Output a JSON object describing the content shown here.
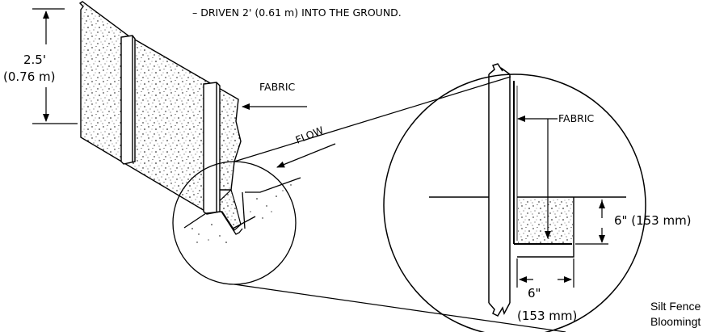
{
  "labels": {
    "driven_note": "– DRIVEN 2' (0.61 m) INTO THE GROUND.",
    "height_ft": "2.5'",
    "height_m": "(0.76 m)",
    "fabric_main": "FABRIC",
    "flow": "FLOW",
    "fabric_detail": "FABRIC",
    "trench_depth": "6\" (153 mm)",
    "trench_width_in": "6\"",
    "trench_width_mm": "(153 mm)"
  },
  "caption": {
    "line1": "Silt Fence",
    "line2": "Bloomingt"
  }
}
